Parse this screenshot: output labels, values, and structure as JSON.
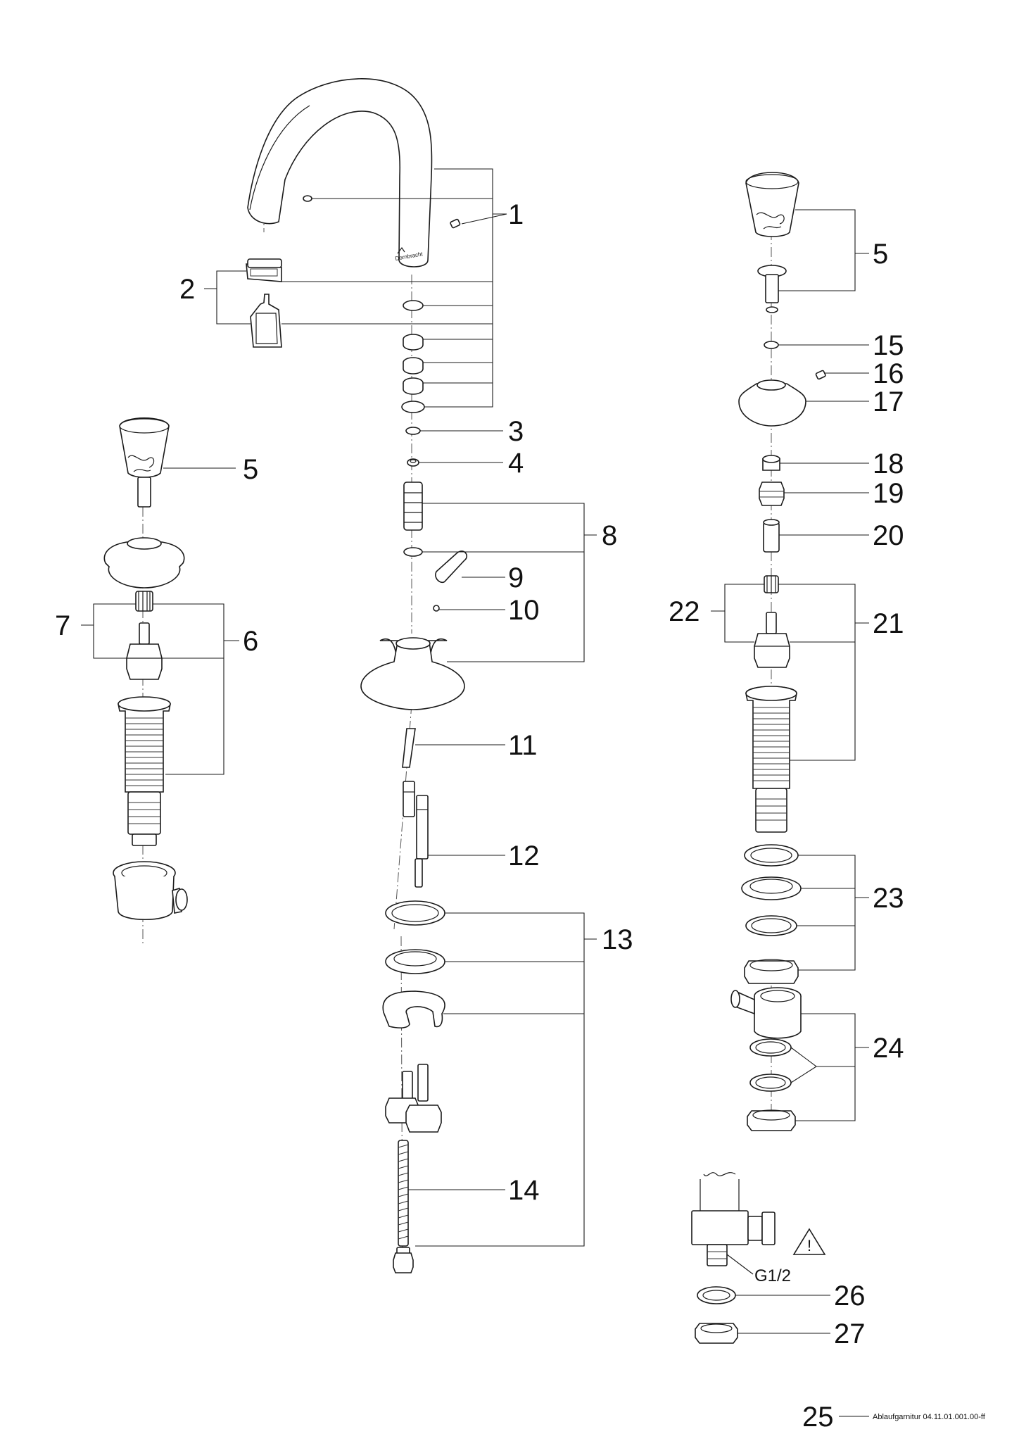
{
  "callouts": [
    {
      "id": "c1",
      "label": "1"
    },
    {
      "id": "c2",
      "label": "2"
    },
    {
      "id": "c3",
      "label": "3"
    },
    {
      "id": "c4",
      "label": "4"
    },
    {
      "id": "c5a",
      "label": "5"
    },
    {
      "id": "c5b",
      "label": "5"
    },
    {
      "id": "c6",
      "label": "6"
    },
    {
      "id": "c7",
      "label": "7"
    },
    {
      "id": "c8",
      "label": "8"
    },
    {
      "id": "c9",
      "label": "9"
    },
    {
      "id": "c10",
      "label": "10"
    },
    {
      "id": "c11",
      "label": "11"
    },
    {
      "id": "c12",
      "label": "12"
    },
    {
      "id": "c13",
      "label": "13"
    },
    {
      "id": "c14",
      "label": "14"
    },
    {
      "id": "c15",
      "label": "15"
    },
    {
      "id": "c16",
      "label": "16"
    },
    {
      "id": "c17",
      "label": "17"
    },
    {
      "id": "c18",
      "label": "18"
    },
    {
      "id": "c19",
      "label": "19"
    },
    {
      "id": "c20",
      "label": "20"
    },
    {
      "id": "c21",
      "label": "21"
    },
    {
      "id": "c22",
      "label": "22"
    },
    {
      "id": "c23",
      "label": "23"
    },
    {
      "id": "c24",
      "label": "24"
    },
    {
      "id": "c25",
      "label": "25"
    },
    {
      "id": "c26",
      "label": "26"
    },
    {
      "id": "c27",
      "label": "27"
    }
  ],
  "thread_label": "G1/2",
  "warning_symbol": "!",
  "footer_note": "Ablaufgarnitur 04.11.01.001.00-ff",
  "brand_mark": "Dornbracht"
}
